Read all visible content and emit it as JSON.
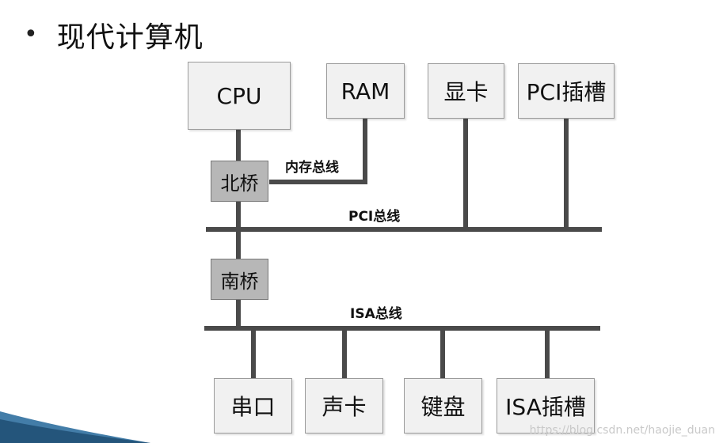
{
  "slide": {
    "bullet": "•",
    "title": "现代计算机"
  },
  "components": {
    "cpu": "CPU",
    "ram": "RAM",
    "gpu": "显卡",
    "pci_slot": "PCI插槽",
    "north_bridge": "北桥",
    "south_bridge": "南桥",
    "serial_port": "串口",
    "sound_card": "声卡",
    "keyboard": "键盘",
    "isa_slot": "ISA插槽"
  },
  "buses": {
    "memory_bus": "内存总线",
    "pci_bus": "PCI总线",
    "isa_bus": "ISA总线"
  },
  "watermark": "https://blog.csdn.net/haojie_duan",
  "colors": {
    "line": "#4a4a4a",
    "box_fill": "#f1f1f1",
    "chip_fill": "#b7b7b7",
    "swoosh": "#2f6f9f"
  }
}
